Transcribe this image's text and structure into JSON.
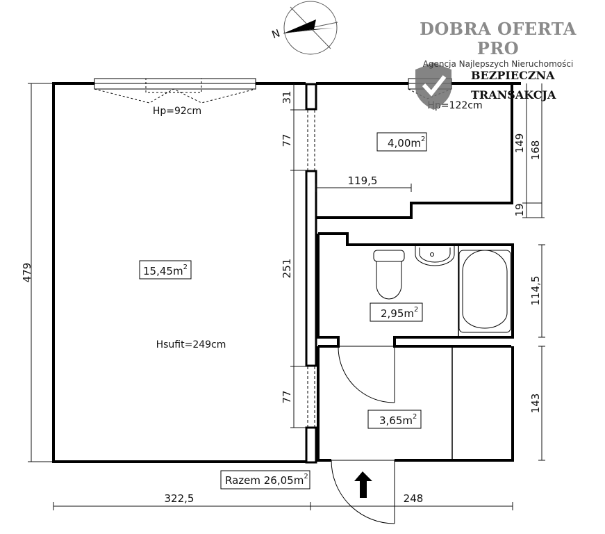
{
  "brand": {
    "title": "DOBRA OFERTA PRO",
    "subtitle": "Agencja Najlepszych Nieruchomości",
    "badge_line1": "BEZPIECZNA",
    "badge_line2": "TRANSAKCJA"
  },
  "compass": {
    "label": "N"
  },
  "rooms": {
    "main_area": "15,45m",
    "second_area": "4,00m",
    "bath_area": "2,95m",
    "hall_area": "3,65m",
    "area_exponent": "2"
  },
  "labels": {
    "window_height_left": "Hp=92cm",
    "window_height_right": "Hp=122cm",
    "ceiling_height": "Hsufit=249cm",
    "total": "Razem 26,05m",
    "total_exponent": "2"
  },
  "dimensions": {
    "overall_height": "479",
    "wall_top": "31",
    "door_upper": "77",
    "wall_middle": "251",
    "door_lower": "77",
    "inner_width": "119,5",
    "small_149": "149",
    "small_19": "19",
    "total_168": "168",
    "bath_depth": "114,5",
    "hall_depth": "143",
    "width_left": "322,5",
    "width_right": "248"
  },
  "colors": {
    "wall": "#000000",
    "dim_line": "#111111",
    "brand_gray": "#8a8a8a",
    "shield": "#6e6e6e"
  }
}
